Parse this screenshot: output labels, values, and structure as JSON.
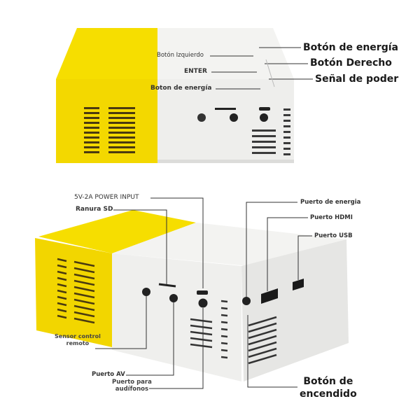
{
  "colors": {
    "yellow": "#f5dc00",
    "yellow_shadow": "#e0c400",
    "white_body": "#f1f1ef",
    "white_shade": "#e4e4e2",
    "vent": "#3a3a3a",
    "line": "#333333"
  },
  "top_view": {
    "labels": {
      "left_button": "Botón Izquierdo",
      "enter": "ENTER",
      "power_button_left": "Boton de energía",
      "power_button_right": "Botón de energía",
      "right_button": "Botón Derecho",
      "power_signal": "Señal de poder"
    }
  },
  "bottom_view": {
    "labels": {
      "power_input": "5V-2A POWER INPUT",
      "sd_slot": "Ranura SD",
      "power_port": "Puerto de energia",
      "hdmi_port": "Puerto HDMI",
      "usb_port": "Puerto USB",
      "remote_sensor_line1": "Sensor control",
      "remote_sensor_line2": "remoto",
      "av_port": "Puerto AV",
      "headphone_line1": "Puerto para",
      "headphone_line2": "audífonos",
      "power_switch_line1": "Botón de",
      "power_switch_line2": "encendido"
    }
  }
}
